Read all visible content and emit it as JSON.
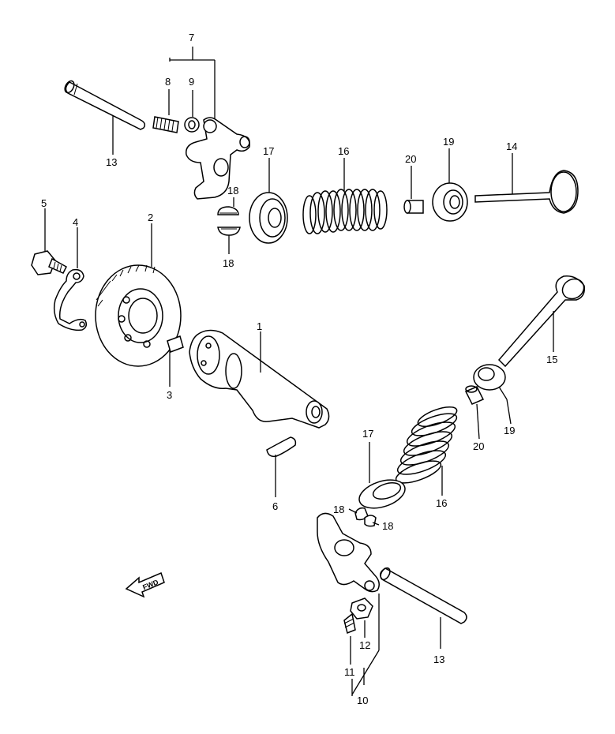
{
  "callouts": [
    {
      "id": "c7",
      "text": "7"
    },
    {
      "id": "c8",
      "text": "8"
    },
    {
      "id": "c9",
      "text": "9"
    },
    {
      "id": "c13a",
      "text": "13"
    },
    {
      "id": "c17a",
      "text": "17"
    },
    {
      "id": "c16a",
      "text": "16"
    },
    {
      "id": "c20a",
      "text": "20"
    },
    {
      "id": "c19a",
      "text": "19"
    },
    {
      "id": "c14",
      "text": "14"
    },
    {
      "id": "c18a",
      "text": "18"
    },
    {
      "id": "c18b",
      "text": "18"
    },
    {
      "id": "c5",
      "text": "5"
    },
    {
      "id": "c4",
      "text": "4"
    },
    {
      "id": "c2",
      "text": "2"
    },
    {
      "id": "c1",
      "text": "1"
    },
    {
      "id": "c3",
      "text": "3"
    },
    {
      "id": "c6",
      "text": "6"
    },
    {
      "id": "c15",
      "text": "15"
    },
    {
      "id": "c19b",
      "text": "19"
    },
    {
      "id": "c20b",
      "text": "20"
    },
    {
      "id": "c17b",
      "text": "17"
    },
    {
      "id": "c16b",
      "text": "16"
    },
    {
      "id": "c18c",
      "text": "18"
    },
    {
      "id": "c18d",
      "text": "18"
    },
    {
      "id": "c12",
      "text": "12"
    },
    {
      "id": "c11",
      "text": "11"
    },
    {
      "id": "c10",
      "text": "10"
    },
    {
      "id": "c13b",
      "text": "13"
    }
  ],
  "fwd_label": "FWD"
}
